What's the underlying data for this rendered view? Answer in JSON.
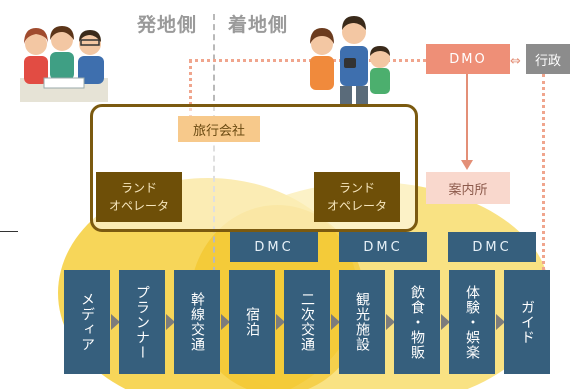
{
  "header": {
    "origin_side": "発地側",
    "destination_side": "着地側"
  },
  "agency": {
    "travel_company": "旅行会社",
    "land_operator_left": "ランド\nオペレータ",
    "land_operator_right": "ランド\nオペレータ"
  },
  "dmo": {
    "label": "DMO",
    "government": "行政",
    "info_center": "案内所"
  },
  "dmc_labels": [
    "DMC",
    "DMC",
    "DMC"
  ],
  "chain": [
    "メディア",
    "プランナー",
    "幹線交通",
    "宿泊",
    "二次交通",
    "観光施設",
    "飲食・物販",
    "体験・娯楽",
    "ガイド"
  ],
  "colors": {
    "chain": "#365f7d",
    "dmo": "#ee8f77",
    "government": "#8c8c8c",
    "info_center": "#f9d8cd",
    "travel_company": "#f7c98b",
    "land_operator": "#6e4f08",
    "agency_frame": "#7b5a10",
    "highlight_yellow": "#f6cf3c",
    "dotted_path": "#f0a58d"
  },
  "illustrations": [
    "planning-group-icon",
    "traveler-family-icon"
  ]
}
